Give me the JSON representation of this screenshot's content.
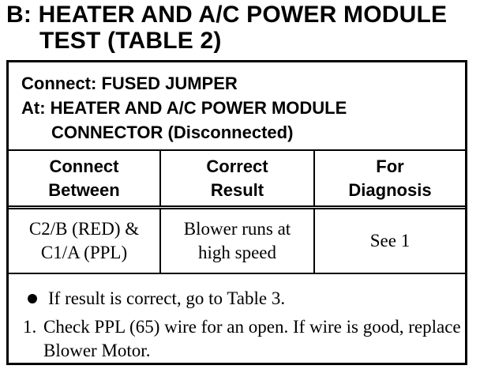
{
  "heading": {
    "line1": "B: HEATER AND A/C POWER MODULE",
    "line2": "TEST (TABLE 2)"
  },
  "connect": {
    "line1": "Connect: FUSED JUMPER",
    "line2": "At: HEATER AND A/C POWER MODULE",
    "line3": "CONNECTOR (Disconnected)"
  },
  "table": {
    "headers": [
      {
        "line1": "Connect",
        "line2": "Between"
      },
      {
        "line1": "Correct",
        "line2": "Result"
      },
      {
        "line1": "For",
        "line2": "Diagnosis"
      }
    ],
    "row": {
      "col1": {
        "line1": "C2/B (RED) &",
        "line2": "C1/A (PPL)"
      },
      "col2": {
        "line1": "Blower runs at",
        "line2": "high speed"
      },
      "col3": "See 1"
    }
  },
  "notes": {
    "bullet": "If result is correct, go to Table 3.",
    "numbered": {
      "number": "1.",
      "text": "Check PPL (65) wire for an open. If wire is good, replace Blower Motor."
    }
  }
}
